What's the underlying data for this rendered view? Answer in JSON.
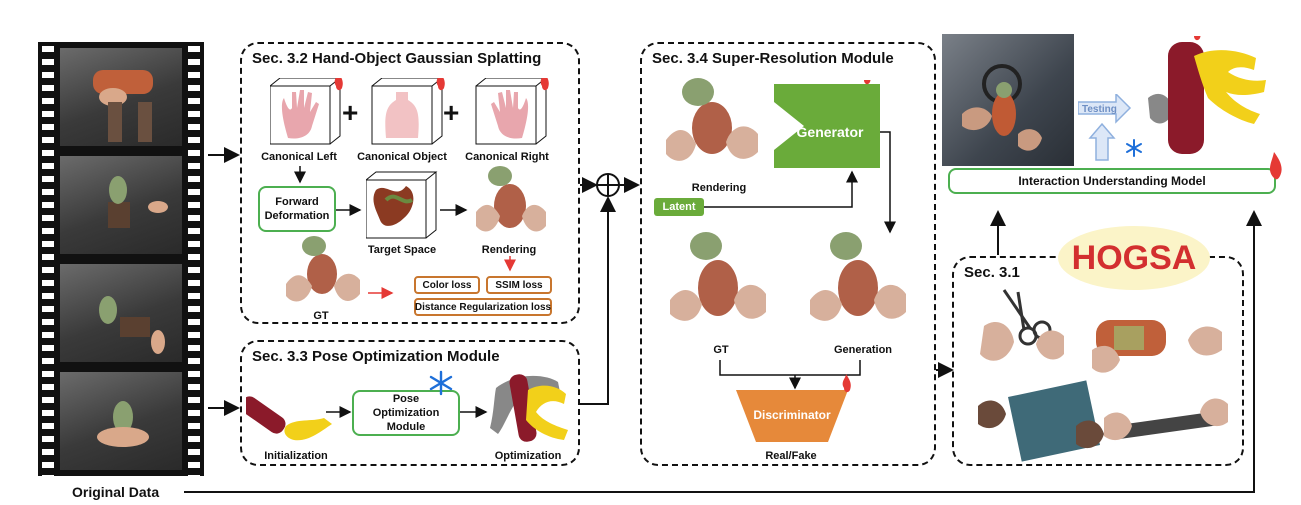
{
  "original_data": {
    "label": "Original Data"
  },
  "sec32": {
    "title": "Sec. 3.2 Hand-Object Gaussian Splatting",
    "canonical_left": "Canonical Left",
    "canonical_object": "Canonical Object",
    "canonical_right": "Canonical Right",
    "forward_deformation": "Forward Deformation",
    "target_space": "Target Space",
    "rendering": "Rendering",
    "gt": "GT",
    "color_loss": "Color loss",
    "ssim_loss": "SSIM loss",
    "distance_loss": "Distance Regularization loss"
  },
  "sec33": {
    "title": "Sec. 3.3 Pose Optimization Module",
    "initialization": "Initialization",
    "module": "Pose Optimization Module",
    "optimization": "Optimization"
  },
  "sec34": {
    "title": "Sec. 3.4 Super-Resolution Module",
    "rendering": "Rendering",
    "latent": "Latent",
    "generator": "Generator",
    "gt": "GT",
    "generation": "Generation",
    "discriminator": "Discriminator",
    "real_fake": "Real/Fake"
  },
  "sec31": {
    "title": "Sec. 3.1",
    "hogsa": "HOGSA"
  },
  "top_right": {
    "testing": "Testing",
    "interaction_model": "Interaction Understanding Model"
  },
  "colors": {
    "green": "#6aab3a",
    "orange": "#e6893a",
    "border_green": "#4caf50",
    "loss_border": "#c8762e",
    "hogsa_red": "#d32f2f",
    "hogsa_bg": "#fbf4c8",
    "fire": "#e53935"
  }
}
